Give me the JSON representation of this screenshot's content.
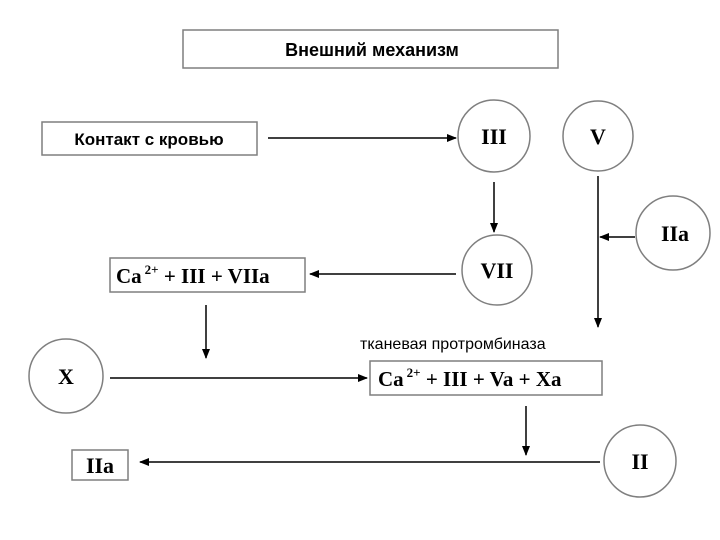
{
  "title": "Внешний механизм",
  "contact": "Контакт с кровью",
  "factors": {
    "iii": "III",
    "v": "V",
    "vii": "VII",
    "iia_right": "IIa",
    "x": "X",
    "ii": "II",
    "iia_bottom": "IIa"
  },
  "complex1": {
    "ca": "Ca",
    "sup": "2+",
    "rest": " + III + VIIa"
  },
  "prothrombinase_label": "тканевая протромбиназа",
  "complex2": {
    "ca": "Ca",
    "sup": "2+",
    "rest": " + III + Va + Xa"
  },
  "colors": {
    "stroke": "#000000",
    "box_border": "#7f7f7f",
    "background": "#ffffff"
  }
}
